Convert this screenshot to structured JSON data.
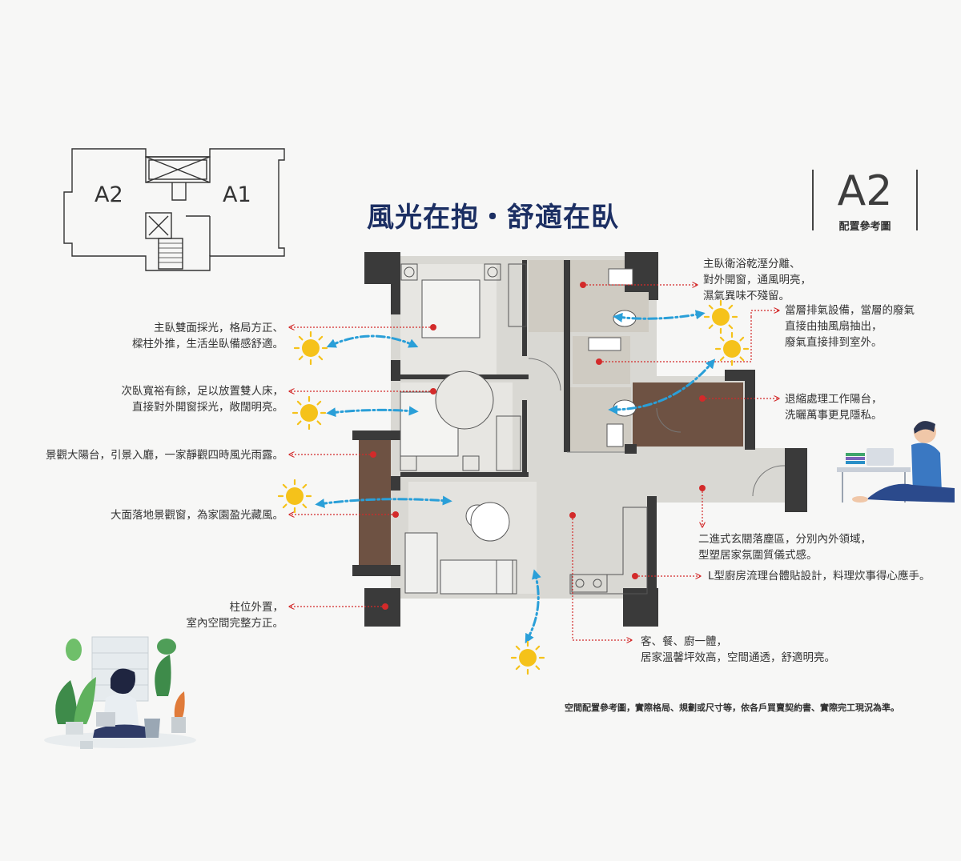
{
  "header": {
    "title": "風光在抱・舒適在臥",
    "unit_code": "A2",
    "unit_subtitle": "配置參考圖"
  },
  "keyplan": {
    "left_unit": "A2",
    "right_unit": "A1"
  },
  "annotations": {
    "master_bath": [
      "主臥衛浴乾溼分離、",
      "對外開窗，通風明亮，",
      "濕氣異味不殘留。"
    ],
    "exhaust": [
      "當層排氣設備，當層的廢氣",
      "直接由抽風扇抽出，",
      "廢氣直接排到室外。"
    ],
    "master_bed": [
      "主臥雙面採光，格局方正、",
      "樑柱外推，生活坐臥備感舒適。"
    ],
    "second_bed": [
      "次臥寬裕有餘，足以放置雙人床，",
      "直接對外開窗採光，敞闊明亮。"
    ],
    "balcony": [
      "景觀大陽台，引景入廳，一家靜觀四時風光雨露。"
    ],
    "window": [
      "大面落地景觀窗，為家園盈光藏風。"
    ],
    "column": [
      "柱位外置，",
      "室內空間完整方正。"
    ],
    "work_balcony": [
      "退縮處理工作陽台，",
      "洗曬萬事更見隱私。"
    ],
    "entry": [
      "二進式玄關落塵區，分別內外領域，",
      "型塑居家氛圍質儀式感。"
    ],
    "kitchen": [
      "L型廚房流理台體貼設計，料理炊事得心應手。"
    ],
    "living": [
      "客、餐、廚一體，",
      "居家溫馨坪效高，空間通透，舒適明亮。"
    ]
  },
  "disclaimer": "空間配置參考圖，實際格局、規劃或尺寸等，依各戶買賣契約書、實際完工現況為準。",
  "colors": {
    "title": "#1c2f63",
    "leader": "#d32a2a",
    "airflow": "#2a9fd8",
    "sun": "#f5c21a",
    "wall": "#3a3a3a",
    "floor": "#d9d8d3",
    "wood": "#6e5243"
  },
  "icons": [
    "sun-icon",
    "airflow-arrow",
    "person-laptop-illustration",
    "woman-plants-illustration"
  ]
}
